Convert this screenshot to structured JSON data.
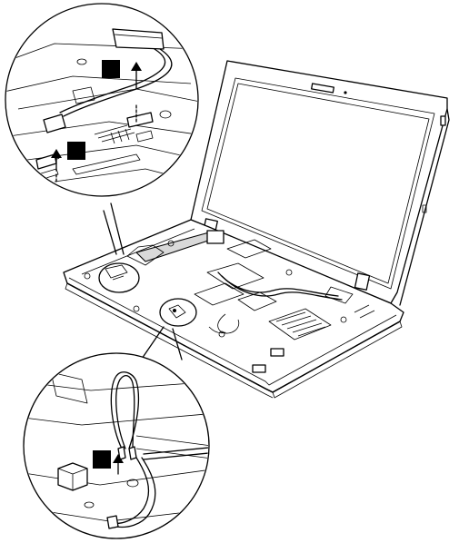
{
  "figure": {
    "kind": "service-manual-illustration",
    "subject": "laptop-system-board-cable-removal",
    "callouts": [
      {
        "id": "top-callout",
        "steps": [
          "",
          ""
        ]
      },
      {
        "id": "bottom-callout",
        "steps": [
          ""
        ]
      }
    ],
    "colors": {
      "line": "#000000",
      "background": "#ffffff",
      "shade": "#d9d9d9"
    }
  }
}
